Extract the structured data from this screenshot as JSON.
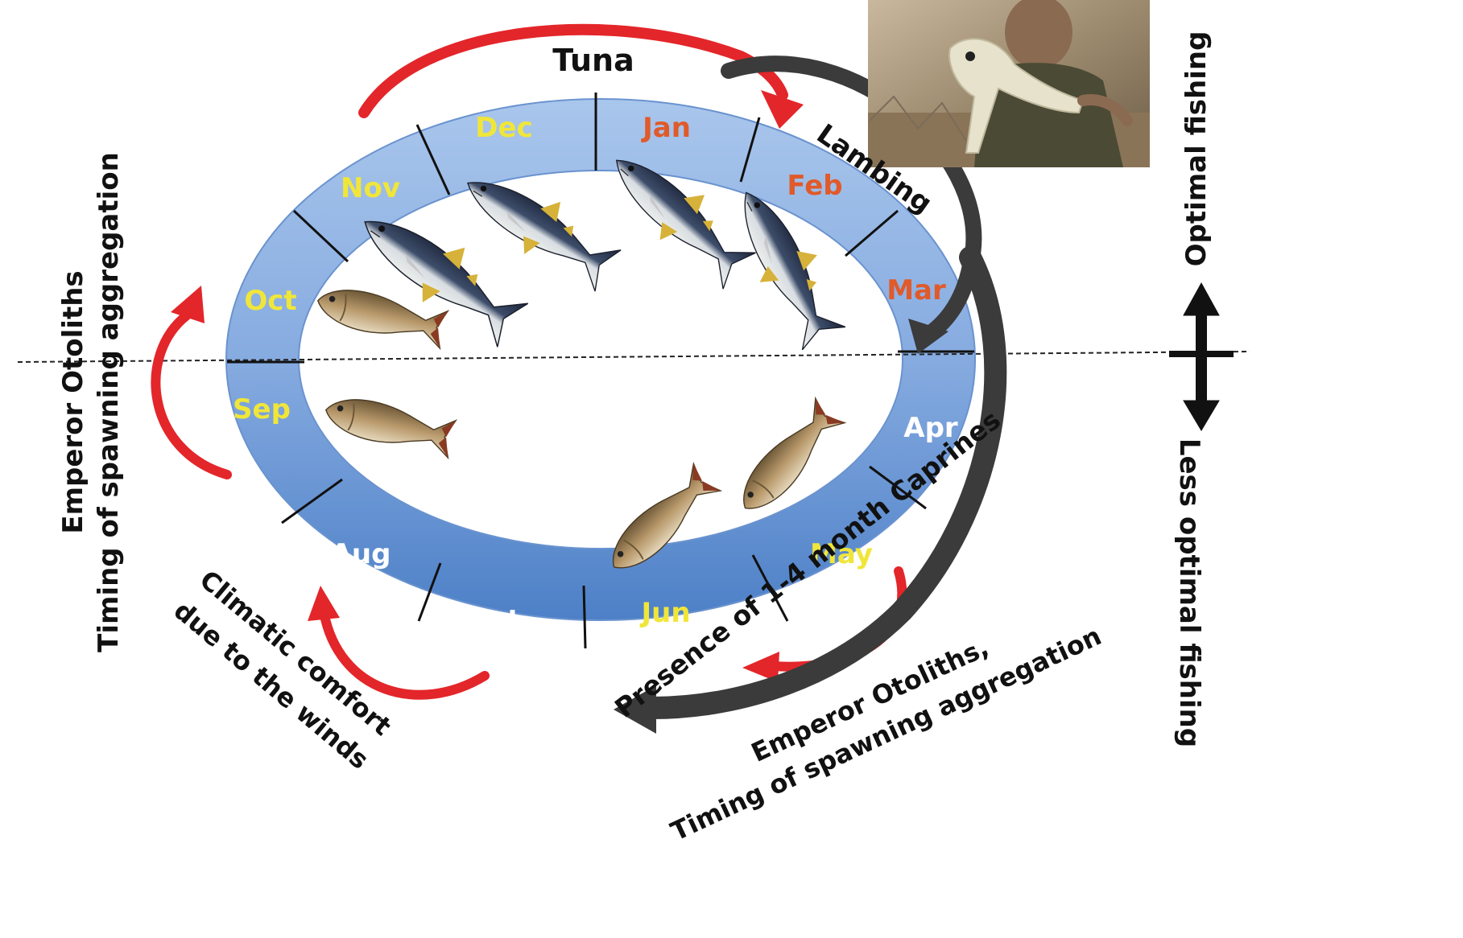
{
  "colors": {
    "ring": "#7aa4da",
    "ring_dark": "#4e82c8",
    "month_yellow": "#f0e63a",
    "month_orange": "#e05a2a",
    "month_white": "#ffffff",
    "red_arrow": "#e3262a",
    "dark_arrow": "#3b3b3b"
  },
  "months": [
    {
      "label": "Dec",
      "color": "yellow"
    },
    {
      "label": "Jan",
      "color": "orange"
    },
    {
      "label": "Feb",
      "color": "orange"
    },
    {
      "label": "Mar",
      "color": "orange"
    },
    {
      "label": "Apr",
      "color": "white"
    },
    {
      "label": "May",
      "color": "yellow"
    },
    {
      "label": "Jun",
      "color": "yellow"
    },
    {
      "label": "Jul",
      "color": "white"
    },
    {
      "label": "Aug",
      "color": "white"
    },
    {
      "label": "Sep",
      "color": "yellow"
    },
    {
      "label": "Oct",
      "color": "yellow"
    },
    {
      "label": "Nov",
      "color": "yellow"
    }
  ],
  "labels": {
    "tuna": "Tuna",
    "lambing": "Lambing",
    "optimal_fishing": "Optimal fishing",
    "less_optimal_fishing": "Less optimal fishing",
    "emperor_left_line1": "Emperor Otoliths",
    "emperor_left_line2": "Timing of spawning aggregation",
    "climatic_line1": "Climatic comfort",
    "climatic_line2": "due to the winds",
    "caprines": "Presence of 1-4 month Caprines",
    "emperor_bottom_line1": "Emperor Otoliths,",
    "emperor_bottom_line2": "Timing of spawning aggregation"
  },
  "icons": {
    "tuna_fish": "tuna-fish-icon",
    "emperor_fish": "emperor-fish-icon",
    "photo": "shepherd-with-lamb-photo"
  }
}
